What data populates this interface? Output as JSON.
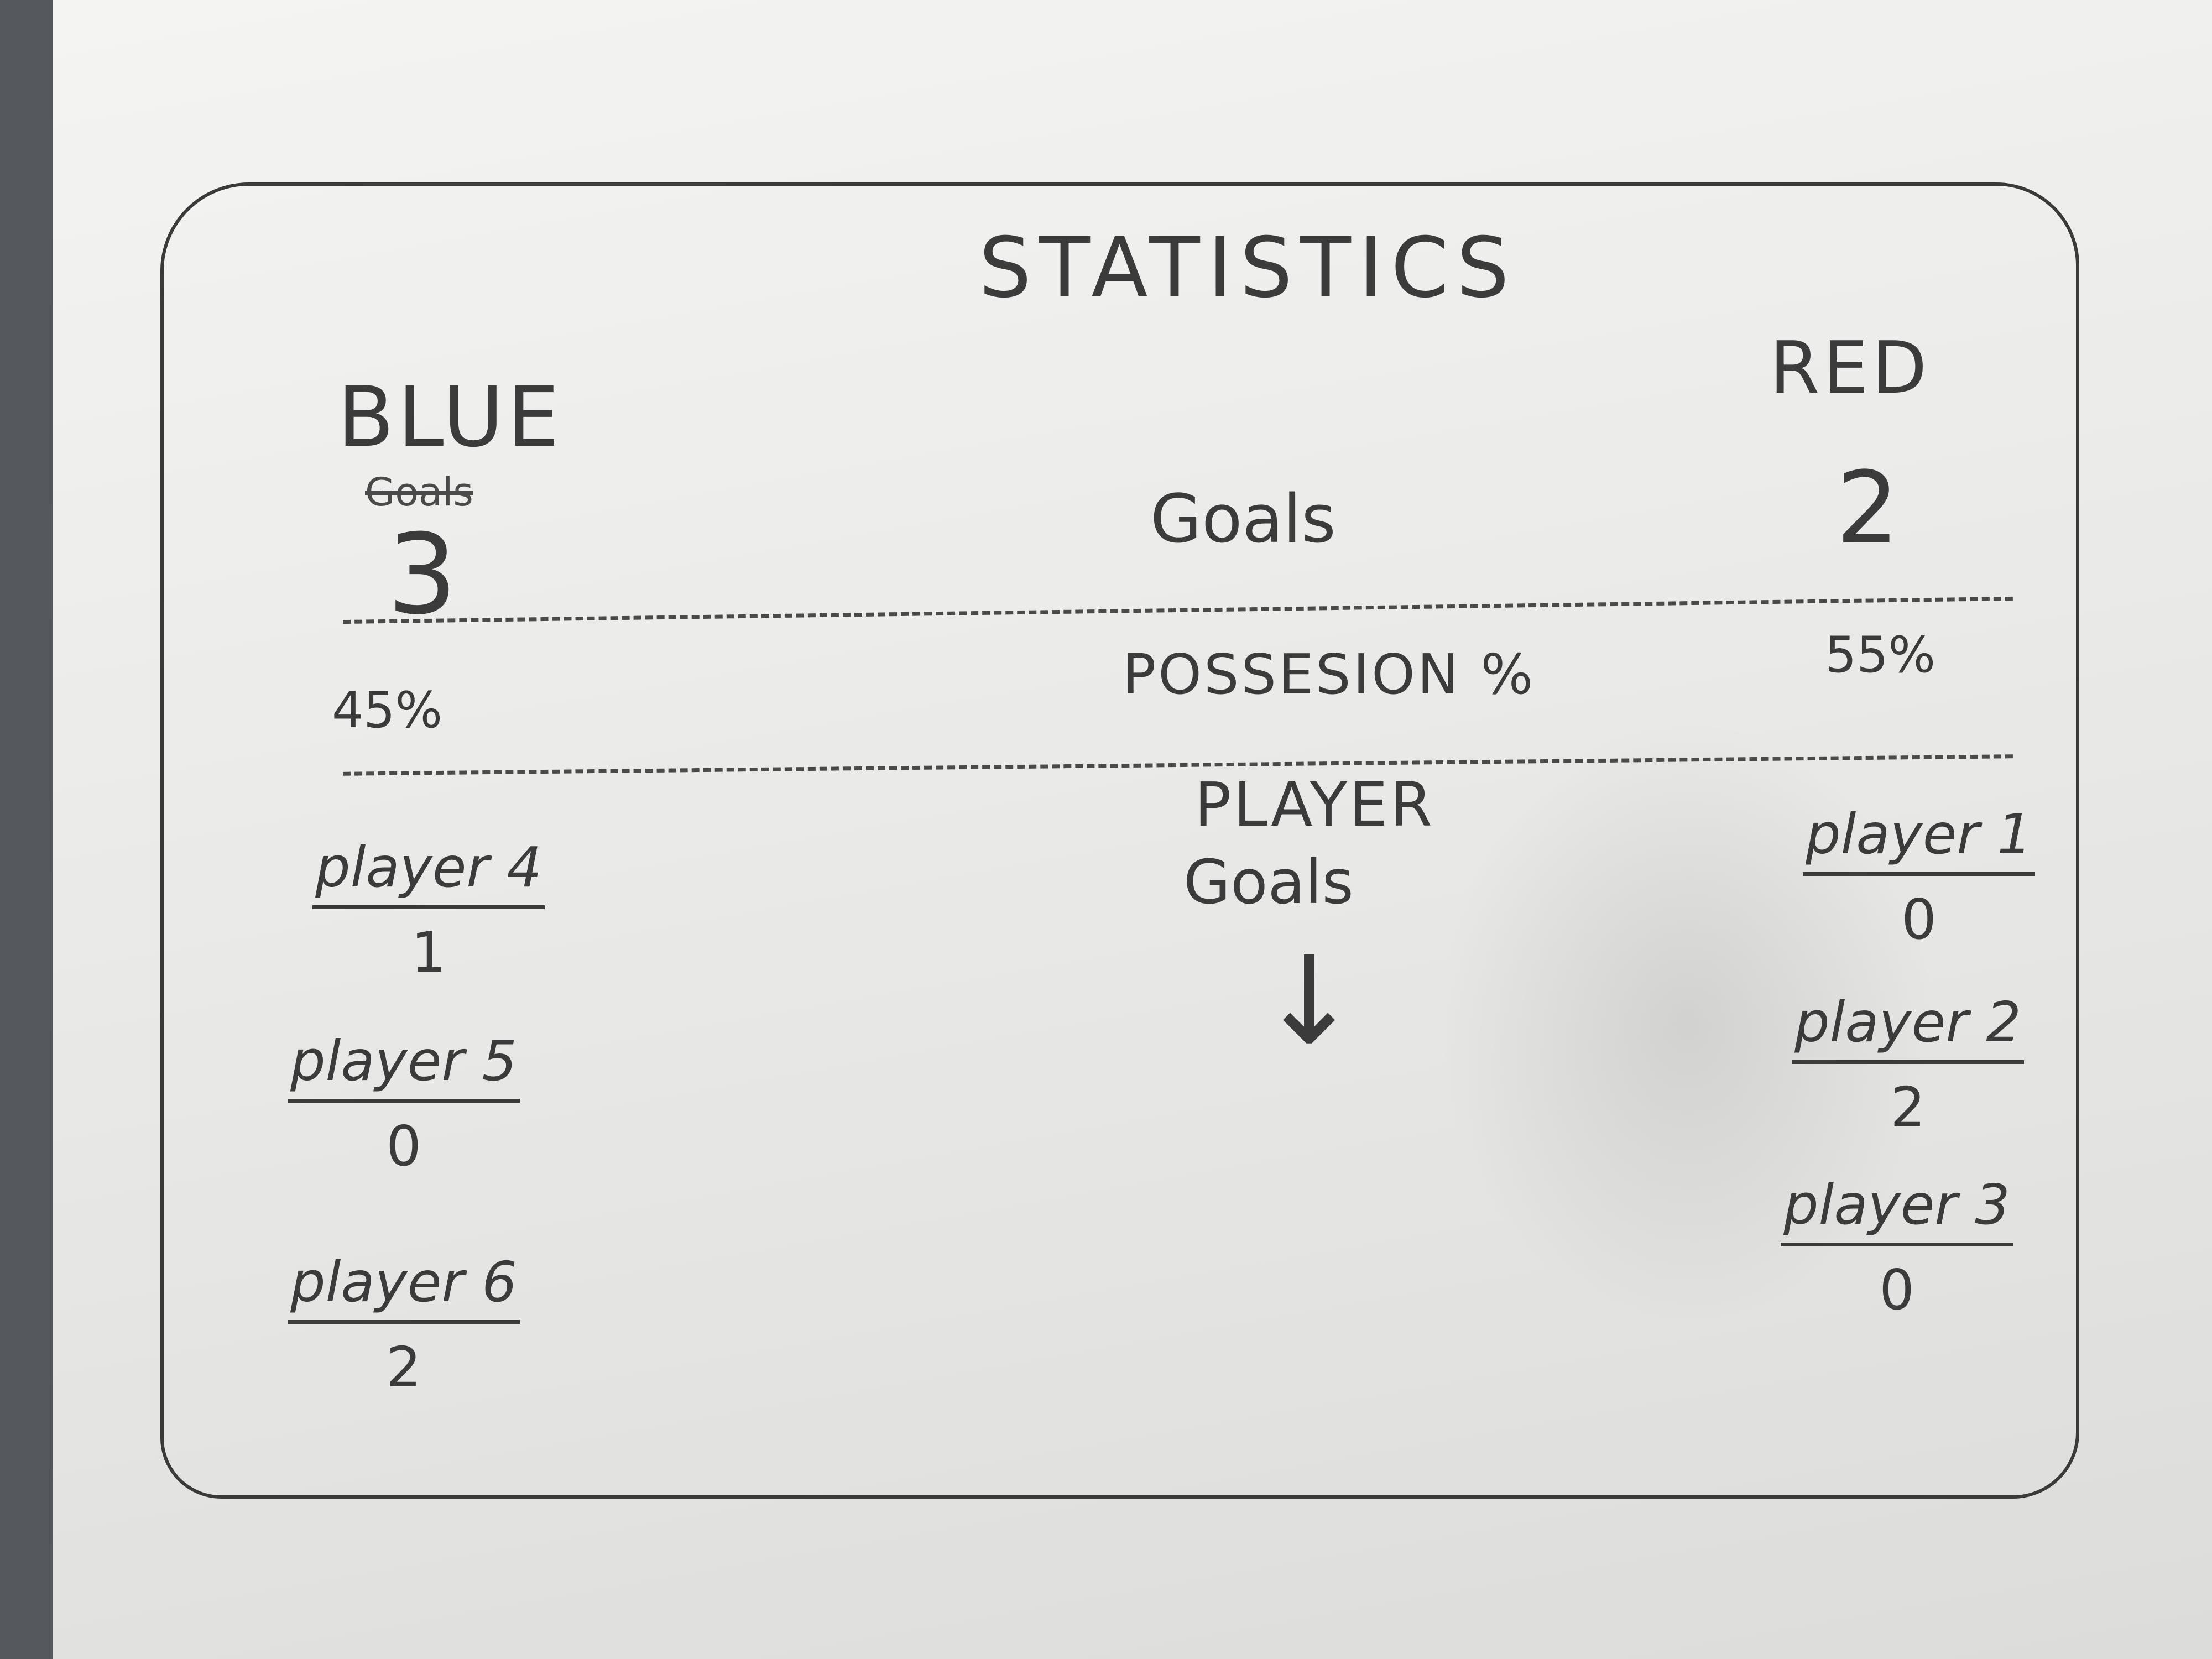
{
  "title": "STATISTICS",
  "teams": {
    "blue": {
      "name": "BLUE",
      "struck_label": "Goals",
      "goals": "3",
      "possession": "45%",
      "players": [
        {
          "name": "player 4",
          "goals": "1"
        },
        {
          "name": "player 5",
          "goals": "0"
        },
        {
          "name": "player 6",
          "goals": "2"
        }
      ]
    },
    "red": {
      "name": "RED",
      "goals": "2",
      "possession": "55%",
      "players": [
        {
          "name": "player 1",
          "goals": "0"
        },
        {
          "name": "player 2",
          "goals": "2"
        },
        {
          "name": "player 3",
          "goals": "0"
        }
      ]
    }
  },
  "labels": {
    "goals": "Goals",
    "possession": "POSSESION %",
    "player": "PLAYER",
    "player_goals": "Goals"
  },
  "icons": {
    "arrow": "down-arrow-icon"
  }
}
